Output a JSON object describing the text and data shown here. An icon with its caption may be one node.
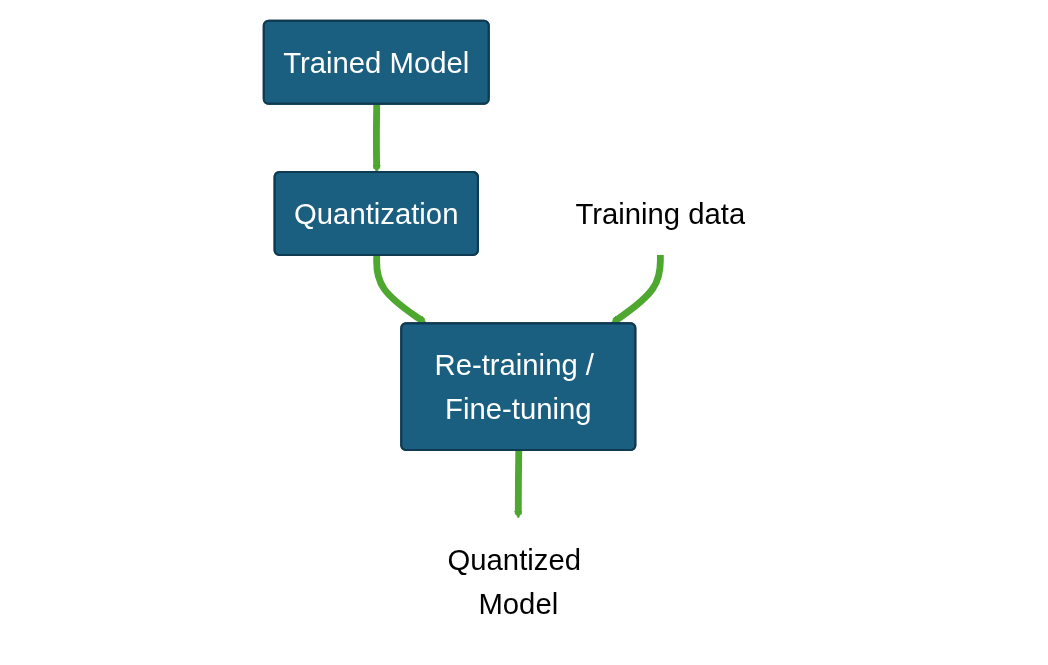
{
  "diagram": {
    "nodes": [
      {
        "text": [
          "Trained Model"
        ]
      },
      {
        "text": [
          "Quantization"
        ]
      },
      {
        "text": [
          "Training data"
        ]
      },
      {
        "text": [
          "Re-training / Fine-tuning"
        ]
      },
      {
        "text": [
          "Quantized Model"
        ]
      }
    ],
    "edges": [
      {
        "from": 0,
        "to": 1,
        "arrow": "to"
      },
      {
        "from": 1,
        "to": 3,
        "arrow": "to"
      },
      {
        "from": 2,
        "to": 3,
        "arrow": "to"
      },
      {
        "from": 3,
        "to": 4,
        "arrow": "to"
      }
    ]
  }
}
